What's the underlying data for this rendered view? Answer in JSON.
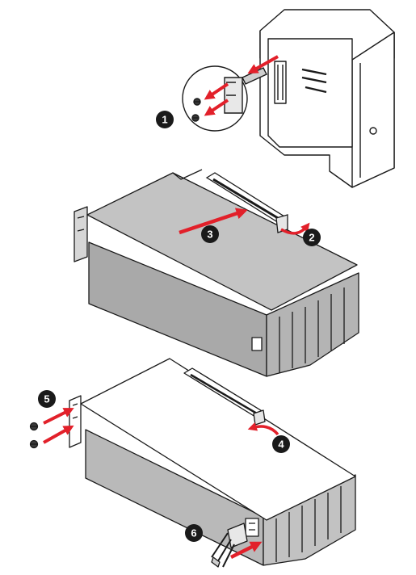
{
  "steps": [
    {
      "number": "1"
    },
    {
      "number": "2"
    },
    {
      "number": "3"
    },
    {
      "number": "4"
    },
    {
      "number": "5"
    },
    {
      "number": "6"
    }
  ],
  "colors": {
    "arrow": "#e2202a",
    "card_fill": "#b9b9b9",
    "card_top": "#c3c3c3",
    "outline": "#1a1a1a",
    "badge": "#1a1a1a"
  }
}
